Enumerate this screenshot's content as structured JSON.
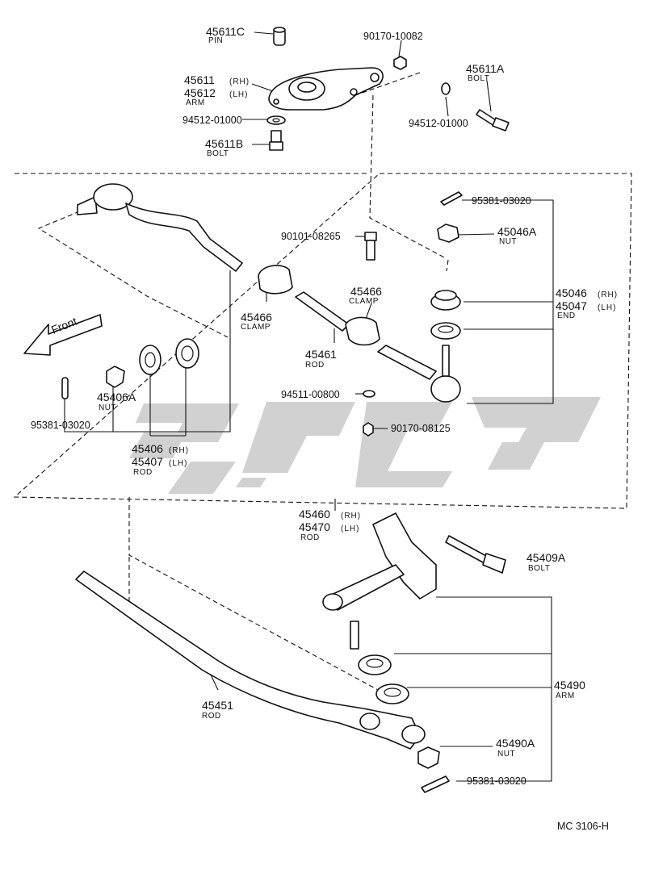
{
  "labels": {
    "pin_45611c": {
      "pn": "45611C",
      "sub": "PIN"
    },
    "nut_90170_10082": {
      "pn": "90170-10082"
    },
    "arm_45611": {
      "pn_rh": "45611",
      "pn_lh": "45612",
      "rh": "(RH)",
      "lh": "(LH)",
      "sub": "ARM"
    },
    "bolt_45611a": {
      "pn": "45611A",
      "sub": "BOLT"
    },
    "washer_94512_left": {
      "pn": "94512-01000"
    },
    "washer_94512_right": {
      "pn": "94512-01000"
    },
    "bolt_45611b": {
      "pn": "45611B",
      "sub": "BOLT"
    },
    "cotter_95381_top": {
      "pn": "95381-03020"
    },
    "bolt_90101": {
      "pn": "90101-08265"
    },
    "nut_45046a": {
      "pn": "45046A",
      "sub": "NUT"
    },
    "end_45046": {
      "pn_rh": "45046",
      "pn_lh": "45047",
      "rh": "(RH)",
      "lh": "(LH)",
      "sub": "END"
    },
    "clamp_left": {
      "pn": "45466",
      "sub": "CLAMP"
    },
    "clamp_mid": {
      "pn": "45466",
      "sub": "CLAMP"
    },
    "rod_45461": {
      "pn": "45461",
      "sub": "ROD"
    },
    "front": {
      "text": "Front"
    },
    "nut_45406a": {
      "pn": "45406A",
      "sub": "NUT"
    },
    "cotter_95381_left": {
      "pn": "95381-03020"
    },
    "rod_45406": {
      "pn_rh": "45406",
      "pn_lh": "45407",
      "rh": "(RH)",
      "lh": "(LH)",
      "sub": "ROD"
    },
    "washer_94511": {
      "pn": "94511-00800"
    },
    "nut_90170_08125": {
      "pn": "90170-08125"
    },
    "rod_45460": {
      "pn_rh": "45460",
      "pn_lh": "45470",
      "rh": "(RH)",
      "lh": "(LH)",
      "sub": "ROD"
    },
    "bolt_45409a": {
      "pn": "45409A",
      "sub": "BOLT"
    },
    "arm_45490": {
      "pn": "45490",
      "sub": "ARM"
    },
    "rod_45451": {
      "pn": "45451",
      "sub": "ROD"
    },
    "nut_45490a": {
      "pn": "45490A",
      "sub": "NUT"
    },
    "cotter_95381_bottom": {
      "pn": "95381-03020"
    },
    "diagram_code": {
      "text": "MC 3106-H"
    }
  },
  "colors": {
    "ink": "#111111",
    "watermark": "#c9c9c9",
    "background": "#ffffff"
  }
}
